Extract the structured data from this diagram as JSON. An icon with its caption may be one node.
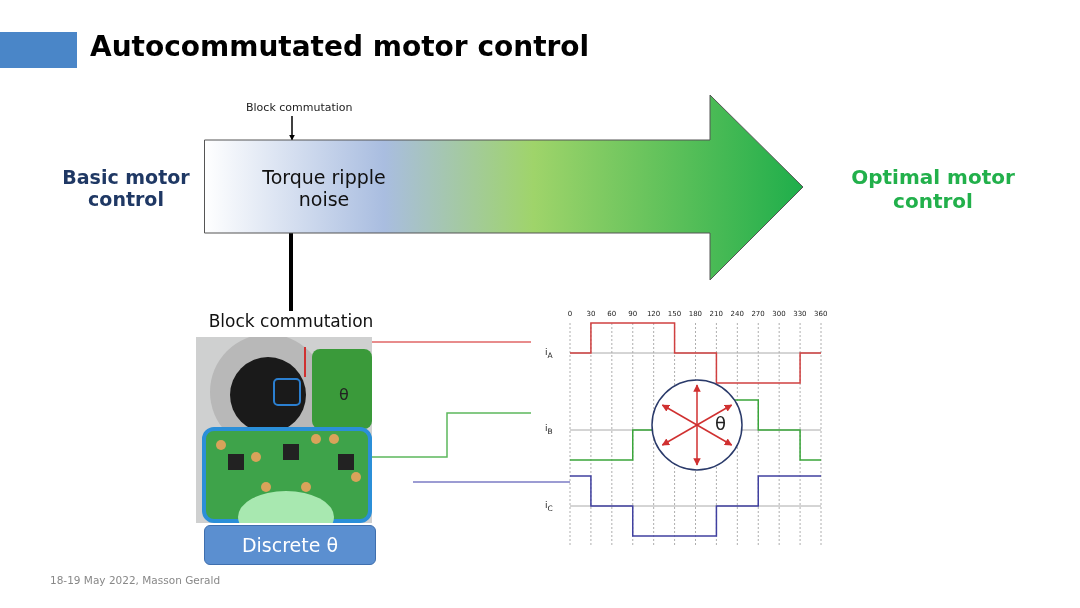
{
  "diagram": {
    "title": "Autocommutated motor control",
    "nodes": [
      {
        "text": [
          "Basic motor control"
        ]
      },
      {
        "text": [
          "Torque ripple noise"
        ]
      },
      {
        "text": [
          "Optimal motor control"
        ]
      },
      {
        "text": [
          "Block commutation"
        ]
      },
      {
        "text": [
          "Block commutation"
        ]
      },
      {
        "text": [],
        "shape": "picture"
      },
      {
        "text": [
          "Discrete θ"
        ]
      },
      {
        "text": [],
        "shape": "picture",
        "beside": [
          "0",
          "30",
          "60",
          "90",
          "120",
          "150",
          "180",
          "210",
          "240",
          "270",
          "300",
          "330",
          "360"
        ]
      }
    ],
    "edges": [
      {
        "from": 3,
        "to": 1,
        "arrow": "to"
      },
      {
        "from": 1,
        "to": 4,
        "arrow": "none",
        "style": "thick"
      },
      {
        "from": 5,
        "to": 7,
        "arrow": "none",
        "color": "#e06666"
      },
      {
        "from": 5,
        "to": 7,
        "arrow": "none",
        "color": "#5cb85c"
      },
      {
        "from": null,
        "to": 7,
        "arrow": "none",
        "color": "#7b7bc4"
      }
    ],
    "labels": [
      "i$_{A}$",
      "θ",
      "i$_{B}$",
      "θ",
      "i$_{C}$",
      "18-19 May 2022, Masson Gerald"
    ]
  }
}
